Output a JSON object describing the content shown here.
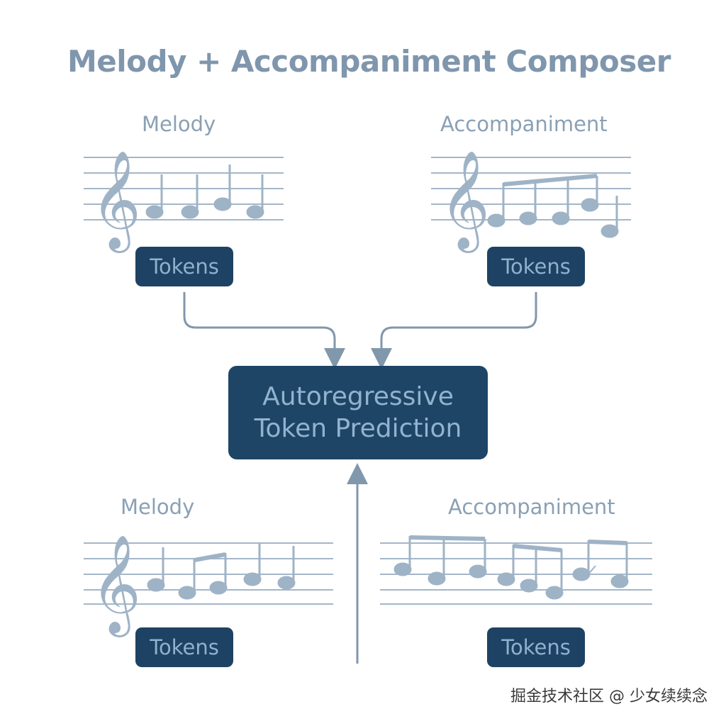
{
  "title": "Melody + Accompaniment Composer",
  "top_left": {
    "label": "Melody",
    "token_label": "Tokens"
  },
  "top_right": {
    "label": "Accompaniment",
    "token_label": "Tokens"
  },
  "center": {
    "line1": "Autoregressive",
    "line2": "Token Prediction"
  },
  "bottom_left": {
    "label": "Melody",
    "token_label": "Tokens"
  },
  "bottom_right": {
    "label": "Accompaniment",
    "token_label": "Tokens"
  },
  "watermark": "掘金技术社区 @ 少女续续念",
  "colors": {
    "box": "#1e4263",
    "box_text": "#8fb1cd",
    "staff": "#9fb3c6",
    "arrow": "#8197ab"
  }
}
